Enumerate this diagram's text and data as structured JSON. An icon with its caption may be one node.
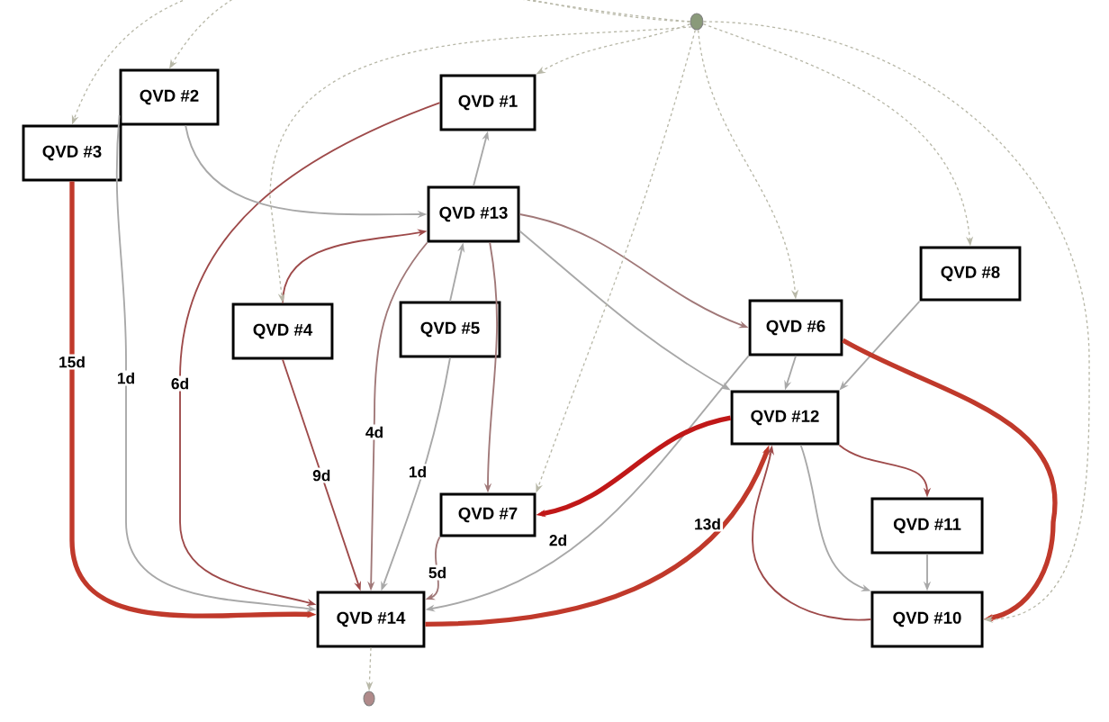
{
  "diagram": {
    "nodes": [
      {
        "text": [],
        "shape": "circle"
      },
      {
        "text": [
          "QVD #1"
        ]
      },
      {
        "text": [
          "QVD #2"
        ]
      },
      {
        "text": [
          "QVD #3"
        ]
      },
      {
        "text": [
          "QVD #13"
        ]
      },
      {
        "text": [
          "QVD #4"
        ]
      },
      {
        "text": [
          "QVD #5"
        ]
      },
      {
        "text": [
          "QVD #8"
        ]
      },
      {
        "text": [
          "QVD #6"
        ]
      },
      {
        "text": [
          "QVD #12"
        ]
      },
      {
        "text": [
          "QVD #7"
        ]
      },
      {
        "text": [
          "QVD #11"
        ]
      },
      {
        "text": [
          "QVD #10"
        ]
      },
      {
        "text": [
          "QVD #14"
        ]
      },
      {
        "text": [],
        "shape": "circle"
      }
    ],
    "edges": [
      {
        "from": 3,
        "to": 13,
        "arrow": "to",
        "label": "15d",
        "style": "thick",
        "color": "#c0392b"
      },
      {
        "from": 2,
        "to": 13,
        "arrow": "to",
        "label": "1d"
      },
      {
        "from": 1,
        "to": 13,
        "arrow": "to",
        "label": "6d",
        "color": "#9e4a4a"
      },
      {
        "from": 5,
        "to": 13,
        "arrow": "to",
        "label": "9d",
        "color": "#9e4a4a"
      },
      {
        "from": 4,
        "to": 13,
        "arrow": "to",
        "label": "4d",
        "color": "#a07878"
      },
      {
        "from": 6,
        "to": 13,
        "arrow": "to",
        "label": "1d"
      },
      {
        "from": 10,
        "to": 13,
        "arrow": "to",
        "label": "5d",
        "color": "#a07878"
      },
      {
        "from": 8,
        "to": 13,
        "arrow": "to",
        "label": "2d"
      },
      {
        "from": 13,
        "to": 9,
        "arrow": "to",
        "label": "13d",
        "style": "thick",
        "color": "#c0392b"
      },
      {
        "from": 9,
        "to": 10,
        "arrow": "to",
        "style": "thick",
        "color": "#c01818"
      },
      {
        "from": 4,
        "to": 1,
        "arrow": "to"
      },
      {
        "from": 2,
        "to": 4,
        "arrow": "to"
      },
      {
        "from": 4,
        "to": 8,
        "arrow": "to",
        "color": "#a07878"
      },
      {
        "from": 4,
        "to": 9,
        "arrow": "to"
      },
      {
        "from": 4,
        "to": 10,
        "arrow": "to",
        "color": "#a07878"
      },
      {
        "from": 5,
        "to": 4,
        "arrow": "to",
        "color": "#9e4a4a"
      },
      {
        "from": 6,
        "to": 4,
        "arrow": "to"
      },
      {
        "from": 8,
        "to": 9,
        "arrow": "to"
      },
      {
        "from": 7,
        "to": 9,
        "arrow": "to"
      },
      {
        "from": 9,
        "to": 11,
        "arrow": "to",
        "color": "#9e4a4a"
      },
      {
        "from": 9,
        "to": 12,
        "arrow": "to"
      },
      {
        "from": 11,
        "to": 12,
        "arrow": "to"
      },
      {
        "from": 12,
        "to": 9,
        "arrow": "to",
        "color": "#9e4a4a"
      },
      {
        "from": 8,
        "to": 12,
        "arrow": "to",
        "style": "thick",
        "color": "#c0392b"
      },
      {
        "from": 0,
        "to": 2,
        "arrow": "to",
        "style": "dashed"
      },
      {
        "from": 0,
        "to": 3,
        "arrow": "to",
        "style": "dashed"
      },
      {
        "from": 0,
        "to": 1,
        "arrow": "to",
        "style": "dashed"
      },
      {
        "from": 0,
        "to": 5,
        "arrow": "to",
        "style": "dashed"
      },
      {
        "from": 0,
        "to": 8,
        "arrow": "to",
        "style": "dashed"
      },
      {
        "from": 0,
        "to": 7,
        "arrow": "to",
        "style": "dashed"
      },
      {
        "from": 0,
        "to": 10,
        "arrow": "to",
        "style": "dashed"
      },
      {
        "from": 0,
        "to": 12,
        "arrow": "to",
        "style": "dashed"
      },
      {
        "from": 13,
        "to": 14,
        "arrow": "to",
        "style": "dashed"
      }
    ]
  }
}
